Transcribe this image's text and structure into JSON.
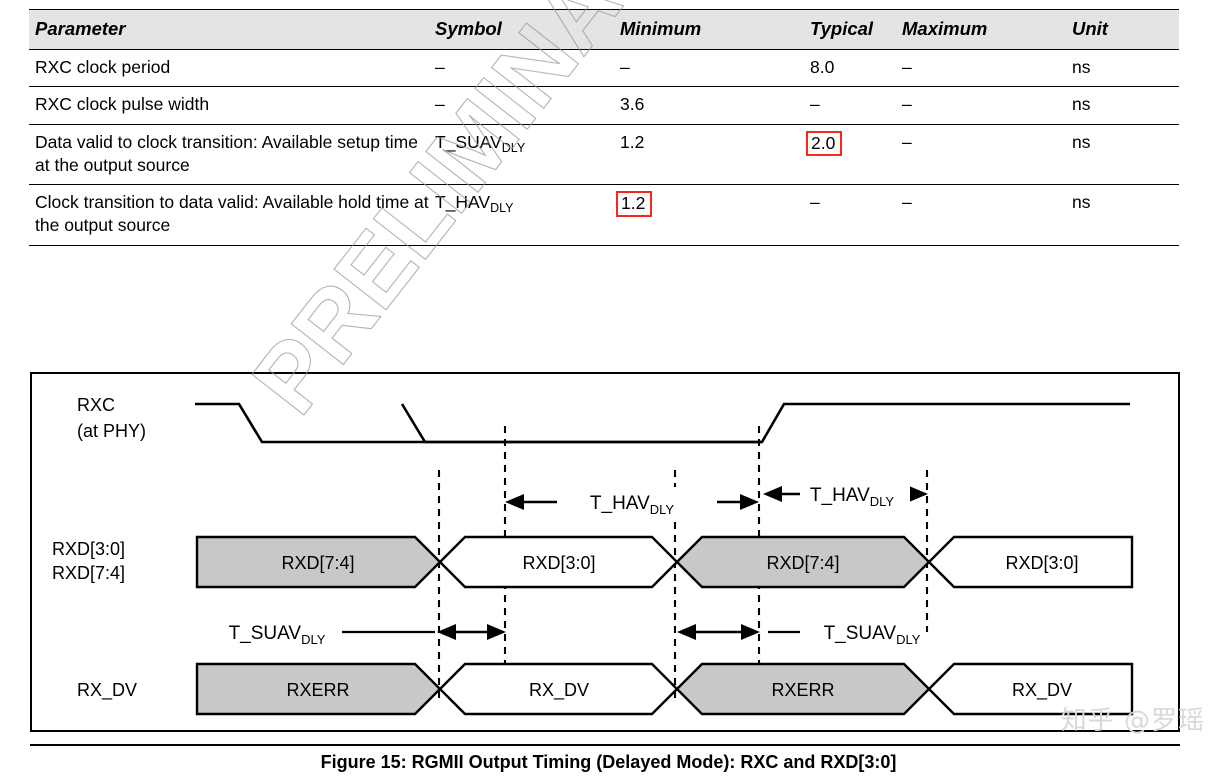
{
  "table": {
    "headers": [
      "Parameter",
      "Symbol",
      "Minimum",
      "Typical",
      "Maximum",
      "Unit"
    ],
    "rows": [
      {
        "parameter": "RXC clock period",
        "symbol": "–",
        "symbol_sub": "",
        "minimum": "–",
        "typical": "8.0",
        "maximum": "–",
        "unit": "ns",
        "highlight": ""
      },
      {
        "parameter": "RXC clock pulse width",
        "symbol": "–",
        "symbol_sub": "",
        "minimum": "3.6",
        "typical": "–",
        "maximum": "–",
        "unit": "ns",
        "highlight": ""
      },
      {
        "parameter": "Data valid to clock transition: Available setup time at the output source",
        "symbol": "T_SUAV",
        "symbol_sub": "DLY",
        "minimum": "1.2",
        "typical": "2.0",
        "maximum": "–",
        "unit": "ns",
        "highlight": "typical"
      },
      {
        "parameter": "Clock transition to data valid: Available hold time at the output source",
        "symbol": "T_HAV",
        "symbol_sub": "DLY",
        "minimum": "1.2",
        "typical": "–",
        "maximum": "–",
        "unit": "ns",
        "highlight": "minimum"
      }
    ]
  },
  "figure": {
    "caption": "Figure 15:  RGMII Output Timing (Delayed Mode): RXC and RXD[3:0]",
    "signals": {
      "rxc_line1": "RXC",
      "rxc_line2": "(at PHY)",
      "rxd_line1": "RXD[3:0]",
      "rxd_line2": "RXD[7:4]",
      "rxdv": "RX_DV"
    },
    "timing_labels": {
      "t_hav_base": "T_HAV",
      "t_hav_sub": "DLY",
      "t_suav_base": "T_SUAV",
      "t_suav_sub": "DLY"
    },
    "bus_segments": {
      "rxd": [
        "RXD[7:4]",
        "RXD[3:0]",
        "RXD[7:4]",
        "RXD[3:0]"
      ],
      "rxdv": [
        "RXERR",
        "RX_DV",
        "RXERR",
        "RX_DV"
      ]
    },
    "colors": {
      "bus_fill_active": "#c8c8c8",
      "bus_fill_idle": "#ffffff",
      "stroke": "#000000",
      "highlight_box": "#ef2b1f",
      "header_bg": "#e4e4e4"
    }
  },
  "watermark": {
    "diagonal_text": "PRELIMINARY  BROADCOM",
    "zhihu": "知乎 @罗瑶"
  }
}
